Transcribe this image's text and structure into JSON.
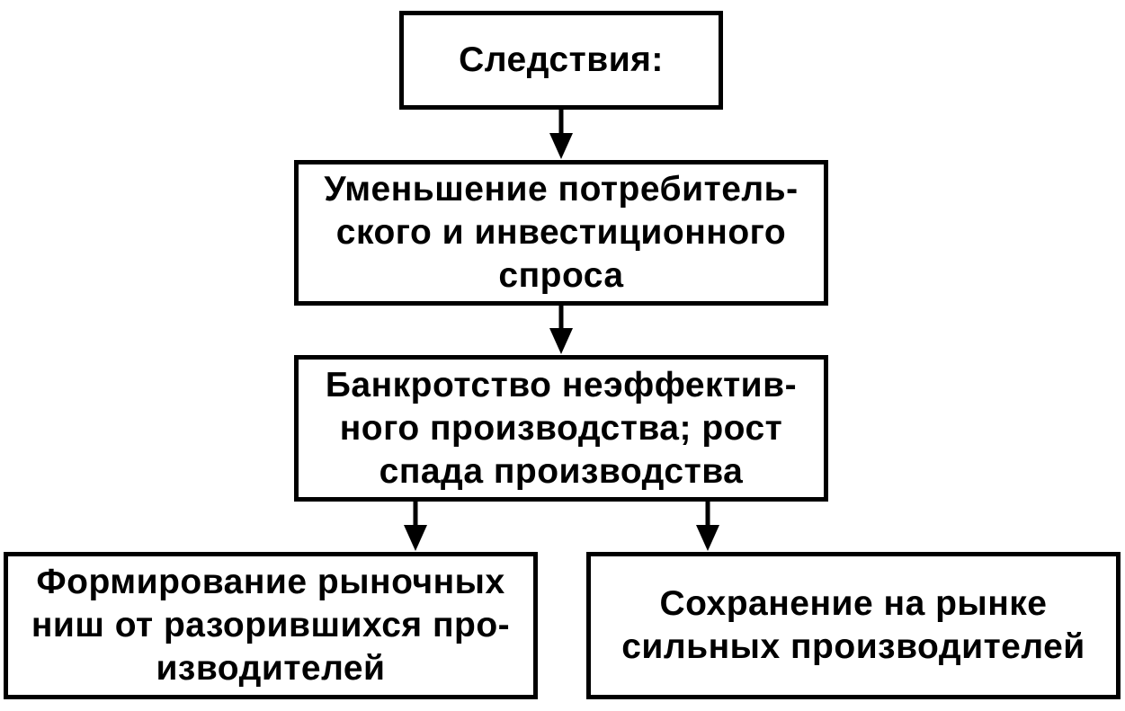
{
  "boxes": {
    "consequences_title": "Следствия:",
    "demand_reduction": [
      "Уменьшение потребитель-",
      "ского и инвестиционного",
      "спроса"
    ],
    "bankruptcy": [
      "Банкротство неэффектив-",
      "ного производства; рост",
      "спада производства"
    ],
    "market_niches": [
      "Формирование рыночных",
      "ниш от разорившихся про-",
      "изводителей"
    ],
    "strong_producers": [
      "Сохранение на рынке",
      "сильных производителей"
    ]
  },
  "colors": {
    "stroke": "#000000",
    "background": "#ffffff"
  }
}
